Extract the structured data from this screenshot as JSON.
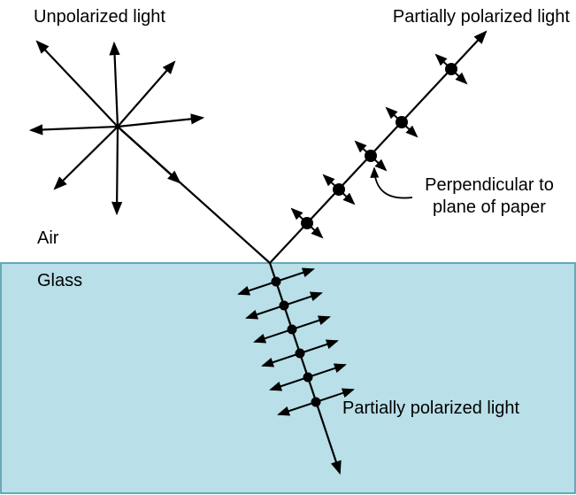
{
  "labels": {
    "unpolarized_light": "Unpolarized light",
    "partially_polarized_reflected": "Partially polarized light",
    "perpendicular_note_line1": "Perpendicular to",
    "perpendicular_note_line2": "plane of paper",
    "air": "Air",
    "glass": "Glass",
    "partially_polarized_refracted": "Partially polarized light"
  },
  "colors": {
    "glass_fill": "#b9dfe8",
    "glass_border": "#4a97a8",
    "ink": "#000000"
  }
}
